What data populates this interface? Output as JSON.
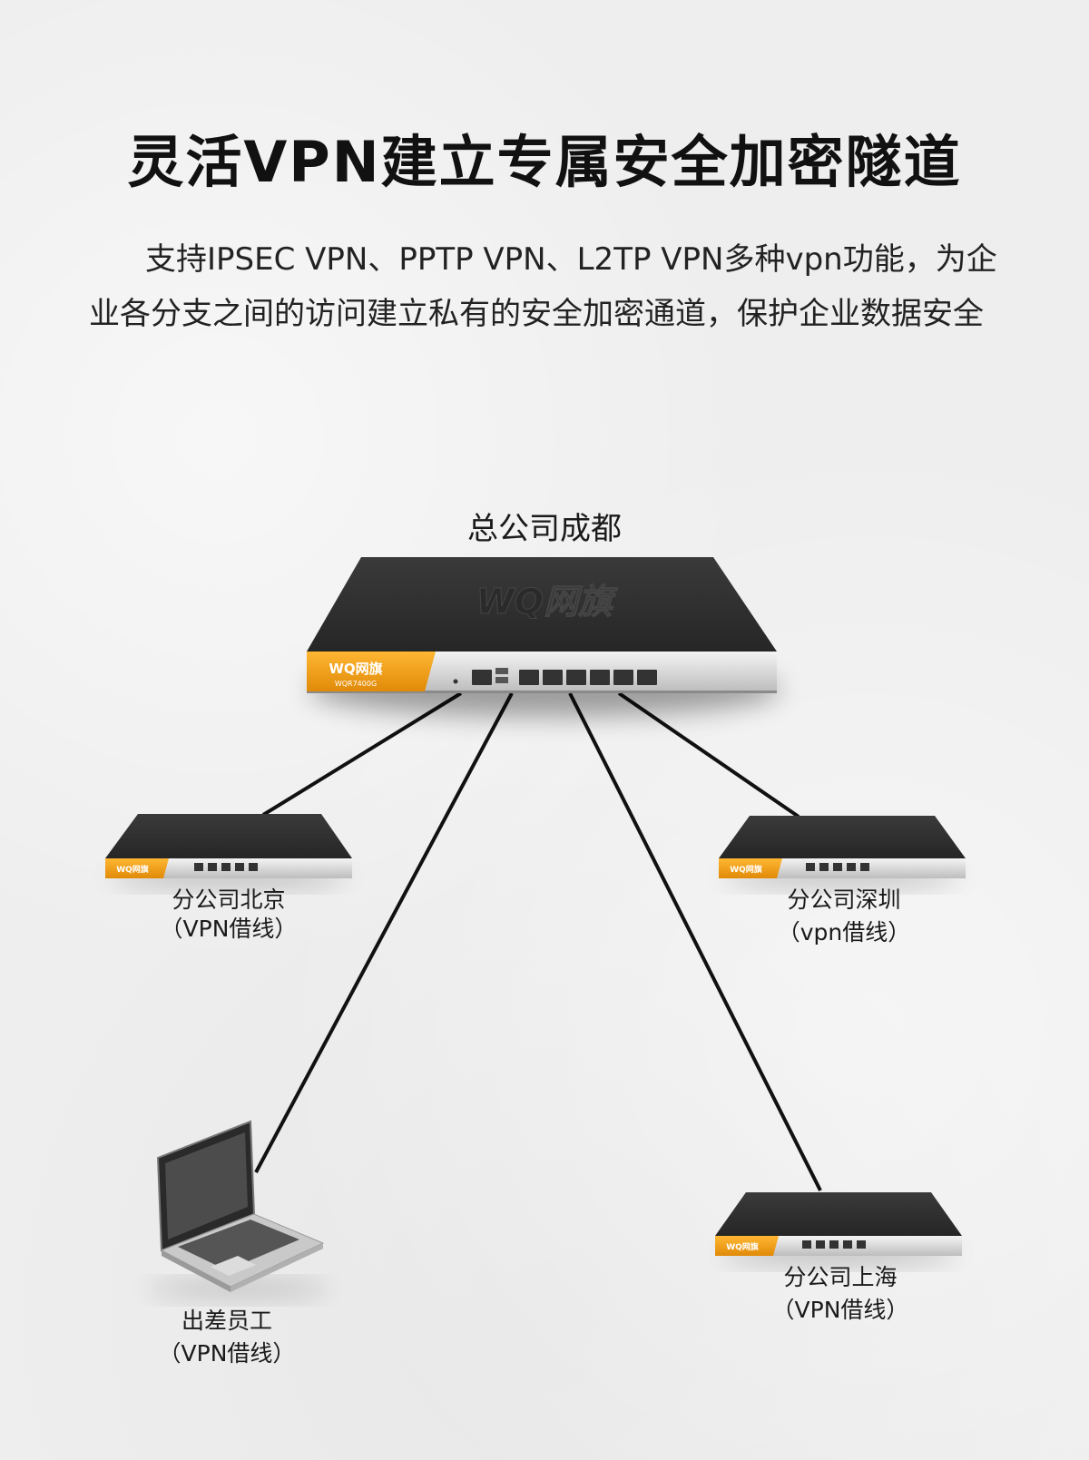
{
  "title": "灵活VPN建立专属安全加密隧道",
  "intro": "支持IPSEC VPN、PPTP VPN、L2TP VPN多种vpn功能，为企业各分支之间的访问建立私有的安全加密通道，保护企业数据安全",
  "hq": {
    "label": "总公司成都",
    "brand": "WQ网旗",
    "model": "WQR7400G",
    "top_logo": "WQ网旗"
  },
  "branches": {
    "beijing": {
      "name": "分公司北京",
      "sub": "（VPN借线）",
      "brand": "WQ网旗"
    },
    "shenzhen": {
      "name": "分公司深圳",
      "sub": "（vpn借线）",
      "brand": "WQ网旗"
    },
    "shanghai": {
      "name": "分公司上海",
      "sub": "（VPN借线）",
      "brand": "WQ网旗"
    },
    "traveler": {
      "name": "出差员工",
      "sub": "（VPN借线）"
    }
  },
  "colors": {
    "device_body": "#2f2f2f",
    "device_accent": "#f5a21c",
    "link_line": "#111111",
    "background": "#eeeeee"
  }
}
